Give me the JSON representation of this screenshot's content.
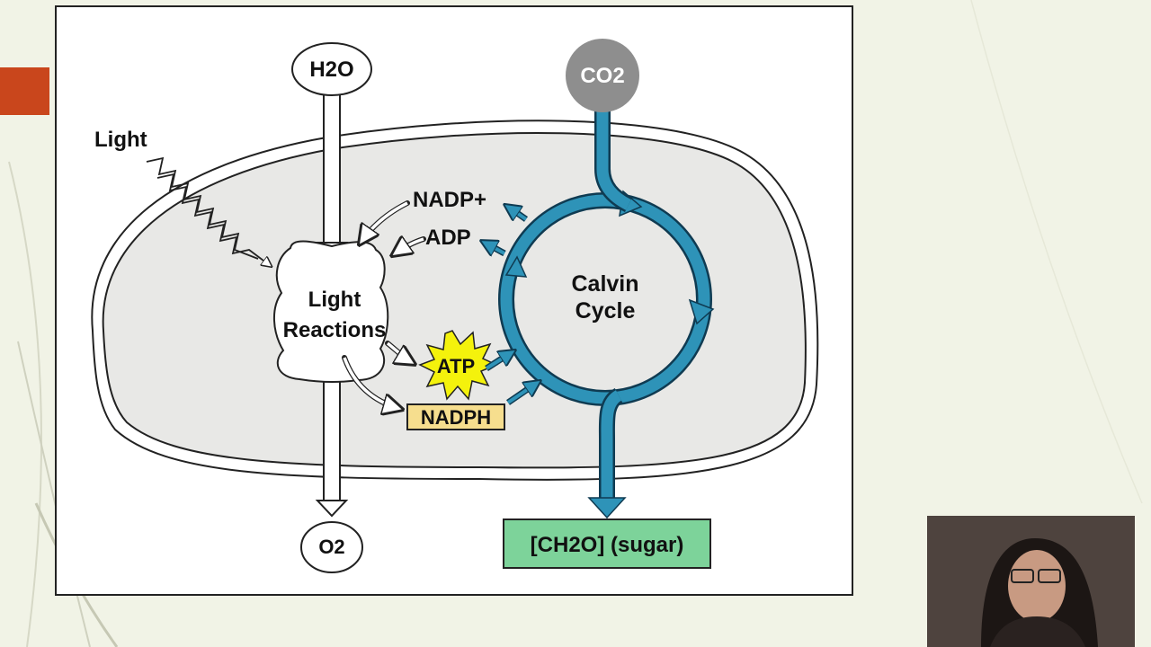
{
  "diagram": {
    "inputs": {
      "water": "H2O",
      "carbon_dioxide": "CO2",
      "light": "Light"
    },
    "outputs": {
      "oxygen": "O2",
      "sugar": "[CH2O] (sugar)"
    },
    "processes": {
      "light_reactions": [
        "Light",
        "Reactions"
      ],
      "calvin_cycle": [
        "Calvin",
        "Cycle"
      ]
    },
    "carriers": {
      "nadp_plus": "NADP+",
      "adp": "ADP",
      "atp": "ATP",
      "nadph": "NADPH"
    }
  },
  "colors": {
    "cycle": "#2e93b8",
    "cycle_outline": "#0f3b52",
    "stroma": "#e8e8e6",
    "atp_burst": "#f4f20c",
    "nadph_box": "#f6de8e",
    "sugar_box": "#7dd39a",
    "co2_circle": "#8e8e8e",
    "accent": "#c9461c"
  },
  "webcam": {
    "icon": "presenter-video-feed"
  }
}
